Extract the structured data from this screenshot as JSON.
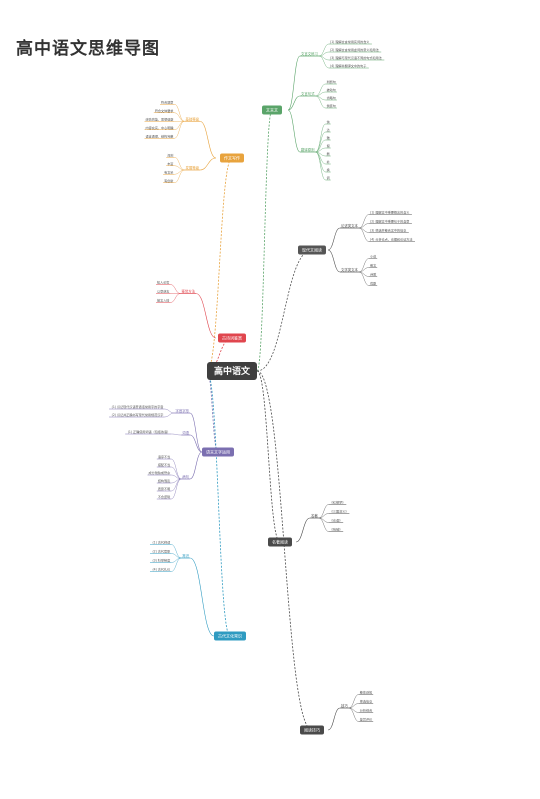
{
  "page": {
    "title": "高中语文思维导图"
  },
  "center": {
    "label": "高中语文"
  },
  "branches": {
    "classical_chinese": {
      "label": "文言文",
      "groups": {
        "practice": {
          "label": "文言文练习",
          "leaves": [
            "(1) 理解文言常用实词的含义",
            "(2) 理解文言常用虚词的意义和用法",
            "(3) 理解与现代汉语不同的句式和用法",
            "(4) 理解并翻译文中的句子"
          ]
        },
        "sentence_patterns": {
          "label": "文言句式",
          "leaves": [
            "判断句",
            "被动句",
            "省略句",
            "倒装句"
          ]
        },
        "translation": {
          "label": "翻译原则",
          "leaves": [
            "信",
            "达",
            "雅",
            "留",
            "删",
            "补",
            "换",
            "调"
          ]
        }
      }
    },
    "essay_writing": {
      "label": "作文写作",
      "groups": {
        "basic_level": {
          "label": "基础等级",
          "leaves": [
            "符合题意",
            "符合文体要求",
            "感情真挚，思想健康",
            "内容充实，中心明确",
            "语言通顺，结构完整"
          ]
        },
        "development_level": {
          "label": "发展等级",
          "leaves": [
            "深刻",
            "丰富",
            "有文采",
            "有创新"
          ]
        }
      }
    },
    "ancient_poetry": {
      "label": "古诗词鉴赏",
      "groups": {
        "method": {
          "label": "鉴赏方法",
          "leaves": [
            "知人论世",
            "以意逆志",
            "披文入情"
          ]
        }
      }
    },
    "language_use": {
      "label": "语言文字运用",
      "groups": {
        "pronunciation": {
          "label": "字音字形",
          "leaves": [
            "(1) 识记现代汉语普通话常用字的字音",
            "(2) 识记并正确书写现代常用规范汉字"
          ]
        },
        "idioms": {
          "label": "词语",
          "leaves": [
            "(1) 正确使用词语（包括熟语）"
          ]
        },
        "sick_sentences": {
          "label": "病句",
          "leaves": [
            "语序不当",
            "搭配不当",
            "成分残缺或赘余",
            "结构混乱",
            "表意不明",
            "不合逻辑"
          ]
        }
      }
    },
    "modern_reading": {
      "label": "现代文阅读",
      "groups": {
        "argumentative": {
          "label": "论述类文本",
          "leaves": [
            "(1) 理解文中重要概念的含义",
            "(2) 理解文中重要句子的含意",
            "(3) 筛选并整合文中的信息",
            "(4) 分析论点、论据和论证方法"
          ]
        },
        "literary": {
          "label": "文学类文本",
          "leaves": [
            "小说",
            "散文",
            "诗歌",
            "戏剧"
          ]
        }
      }
    },
    "ancient_knowledge": {
      "label": "古代文化常识",
      "groups": {
        "general": {
          "label": "常识",
          "leaves": [
            "(1) 古代称谓",
            "(2) 古代官职",
            "(3) 科举制度",
            "(4) 古代礼仪"
          ]
        }
      }
    },
    "masterpieces": {
      "label": "名著阅读",
      "groups": {
        "books": {
          "label": "名著",
          "leaves": [
            "《红楼梦》",
            "《三国演义》",
            "《论语》",
            "《呐喊》"
          ]
        }
      }
    },
    "reading_skills": {
      "label": "阅读技巧",
      "groups": {
        "skills": {
          "label": "技巧",
          "leaves": [
            "整体感知",
            "筛选信息",
            "分析综合",
            "鉴赏评价"
          ]
        }
      }
    }
  },
  "colors": {
    "center": "#3f3f3f",
    "green": "#5aa469",
    "orange": "#e8a33d",
    "red": "#e0464e",
    "purple": "#7b6fb0",
    "teal": "#2f9bc1",
    "gray": "#555555",
    "darkgray": "#4a4a4a"
  }
}
